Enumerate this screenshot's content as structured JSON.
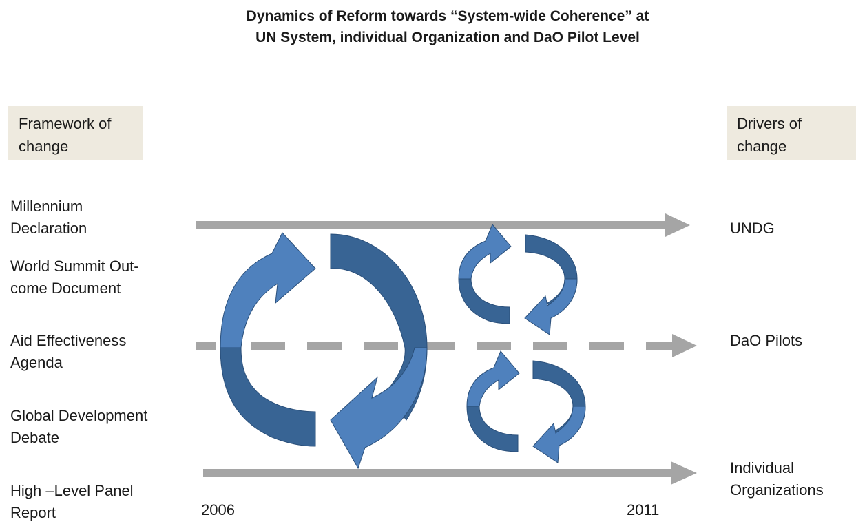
{
  "title": {
    "line1": "Dynamics of Reform towards “System-wide Coherence” at",
    "line2": "UN System, individual Organization and DaO Pilot Level"
  },
  "headers": {
    "left": {
      "line1": "Framework of",
      "line2": "change"
    },
    "right": {
      "line1": "Drivers of",
      "line2": "change"
    }
  },
  "framework_items": [
    {
      "line1": "Millennium",
      "line2": "Declaration"
    },
    {
      "line1": "World Summit Out-",
      "line2": "come Document"
    },
    {
      "line1": "Aid Effectiveness",
      "line2": "Agenda"
    },
    {
      "line1": "Global Development",
      "line2": "Debate"
    },
    {
      "line1": "High –Level Panel",
      "line2": "Report"
    }
  ],
  "drivers": {
    "undg": "UNDG",
    "dao": "DaO Pilots",
    "individual_line1": "Individual",
    "individual_line2": "Organizations"
  },
  "years": {
    "start": "2006",
    "end": "2011"
  },
  "colors": {
    "arrow_gray": "#a5a5a5",
    "cycle_light": "#4f81bd",
    "cycle_dark": "#386494",
    "cycle_outline": "#2a4f7a",
    "header_bg": "#eeeadf"
  }
}
